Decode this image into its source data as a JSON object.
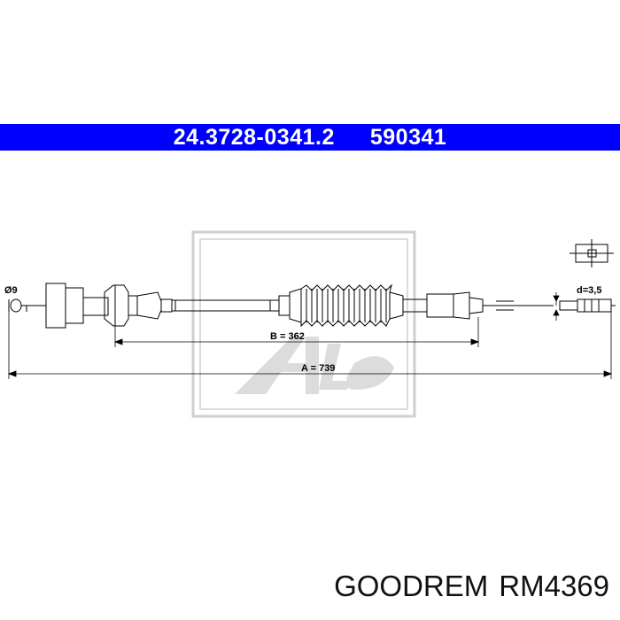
{
  "header": {
    "part_number": "24.3728-0341.2",
    "short_number": "590341",
    "background_color": "#0000ff",
    "text_color": "#ffffff"
  },
  "drawing": {
    "watermark_logo": "Ate",
    "diameter_label": "Ø9",
    "core_diameter_label": "d=3,5",
    "dimension_b_label": "B = 362",
    "dimension_a_label": "A = 739"
  },
  "footer": {
    "brand": "GOODREM",
    "model": "RM4369"
  }
}
